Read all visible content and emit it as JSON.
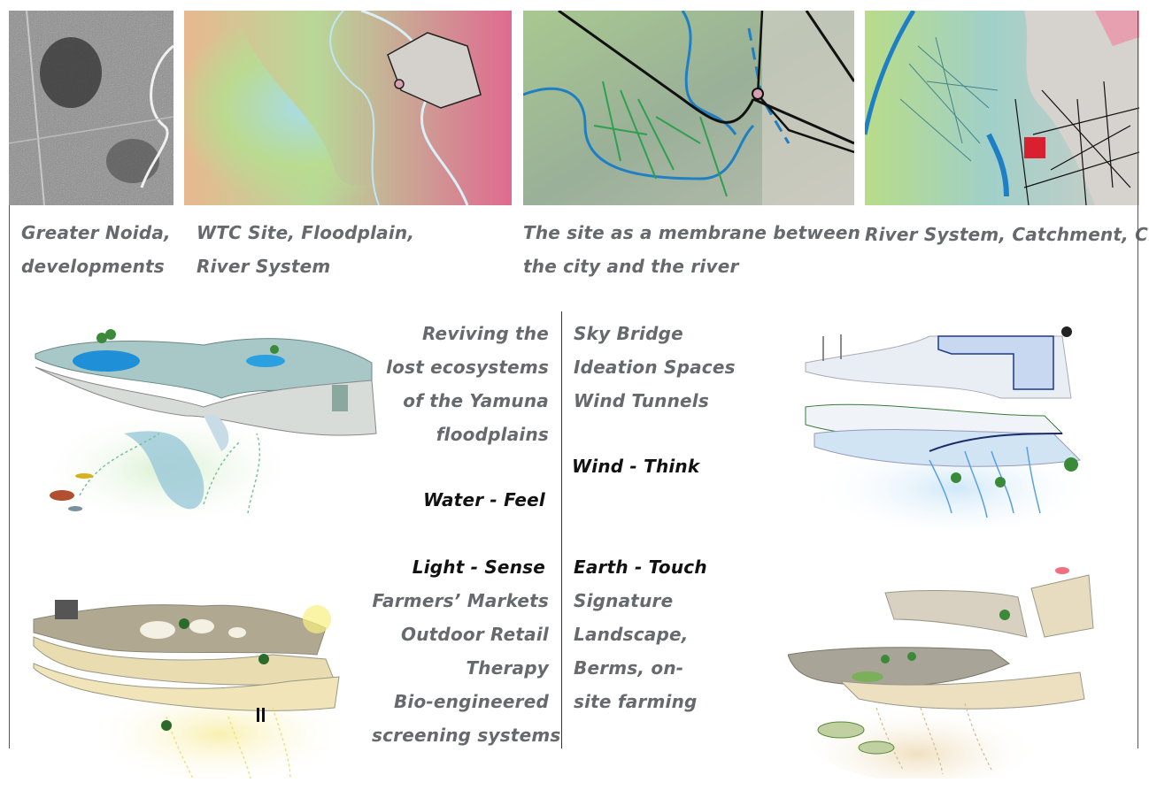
{
  "maps": [
    {
      "id": "greater-noida",
      "caption": [
        "Greater Noida,",
        "developments"
      ]
    },
    {
      "id": "wtc-site",
      "caption": [
        "WTC Site, Floodplain,",
        "River System"
      ]
    },
    {
      "id": "membrane",
      "caption": [
        "The site as a membrane between",
        "the city and the river"
      ]
    },
    {
      "id": "river-system",
      "caption": [
        "River System, Catchment, City"
      ]
    }
  ],
  "concepts": {
    "water": {
      "intro": [
        "Reviving the",
        "lost ecosystems",
        "of the Yamuna",
        "floodplains"
      ],
      "title": "Water - Feel"
    },
    "wind": {
      "items": [
        "Sky Bridge",
        "Ideation Spaces",
        "Wind Tunnels"
      ],
      "title": "Wind - Think"
    },
    "light": {
      "title": "Light - Sense",
      "items": [
        "Farmers’ Markets",
        "Outdoor Retail",
        "Therapy",
        "Bio-engineered",
        "screening systems"
      ]
    },
    "earth": {
      "title": "Earth - Touch",
      "items": [
        "Signature",
        "Landscape,",
        "Berms, on-",
        "site farming"
      ]
    }
  },
  "colors": {
    "caption": "#666a6e",
    "accent_title": "#111111",
    "river": "#1f7fc4",
    "floodplain_green": "#b9d98a",
    "city_pink": "#e07090",
    "site_marker": "#d8a0b0",
    "catchment_red": "#d82030"
  }
}
